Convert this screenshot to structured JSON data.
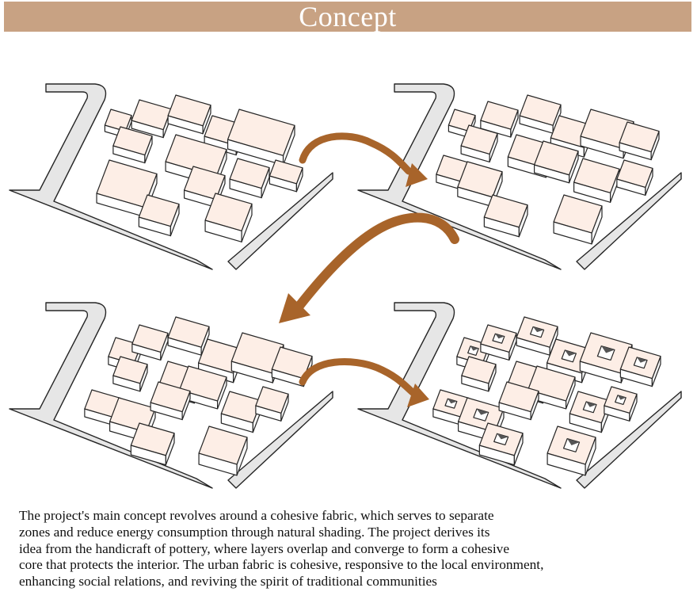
{
  "header": {
    "title": "Concept"
  },
  "colors": {
    "banner": "#c8a283",
    "road_fill": "#e6e6e6",
    "block_top": "#fdeee6",
    "block_side": "#ffffff",
    "outline": "#262626",
    "arrow": "#a8642a"
  },
  "description": {
    "lines": [
      "The project's main concept revolves around a cohesive fabric, which serves to separate",
      "zones and reduce energy consumption through natural shading. The project derives its",
      "idea from the handicraft of pottery, where layers overlap and converge to form a cohesive",
      "core that protects the interior. The urban fabric is cohesive, responsive to the local environment,",
      "enhancing social relations, and reviving the spirit of traditional communities"
    ]
  }
}
